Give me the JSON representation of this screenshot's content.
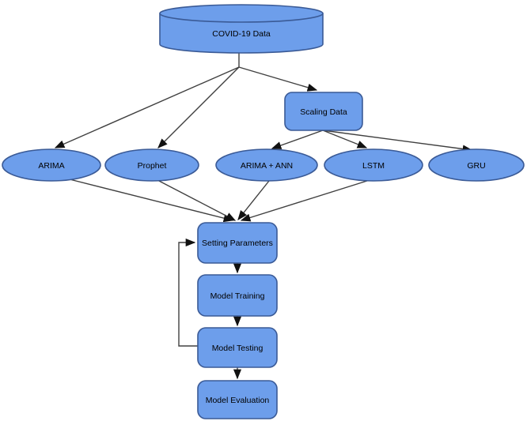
{
  "diagram": {
    "type": "flowchart",
    "background": "#ffffff",
    "colors": {
      "node_fill": "#6D9EEB",
      "node_border": "#3A5A96",
      "edge_stroke": "#404040",
      "arrowhead": "#111111",
      "text": "#000000"
    },
    "nodes": {
      "covid": {
        "label": "COVID-19 Data",
        "shape": "cylinder"
      },
      "scaling": {
        "label": "Scaling Data",
        "shape": "rounded-rect"
      },
      "arima": {
        "label": "ARIMA",
        "shape": "ellipse"
      },
      "prophet": {
        "label": "Prophet",
        "shape": "ellipse"
      },
      "arima_ann": {
        "label": "ARIMA + ANN",
        "shape": "ellipse"
      },
      "lstm": {
        "label": "LSTM",
        "shape": "ellipse"
      },
      "gru": {
        "label": "GRU",
        "shape": "ellipse"
      },
      "setting_parameters": {
        "label": "Setting Parameters",
        "shape": "rounded-rect"
      },
      "model_training": {
        "label": "Model Training",
        "shape": "rounded-rect"
      },
      "model_testing": {
        "label": "Model Testing",
        "shape": "rounded-rect"
      },
      "model_evaluation": {
        "label": "Model Evaluation",
        "shape": "rounded-rect"
      }
    },
    "edges": [
      {
        "from": "covid",
        "to": "arima"
      },
      {
        "from": "covid",
        "to": "prophet"
      },
      {
        "from": "covid",
        "to": "scaling"
      },
      {
        "from": "scaling",
        "to": "arima_ann"
      },
      {
        "from": "scaling",
        "to": "lstm"
      },
      {
        "from": "scaling",
        "to": "gru"
      },
      {
        "from": "arima",
        "to": "setting_parameters"
      },
      {
        "from": "prophet",
        "to": "setting_parameters"
      },
      {
        "from": "arima_ann",
        "to": "setting_parameters"
      },
      {
        "from": "lstm",
        "to": "setting_parameters"
      },
      {
        "from": "setting_parameters",
        "to": "model_training"
      },
      {
        "from": "model_training",
        "to": "model_testing"
      },
      {
        "from": "model_testing",
        "to": "model_evaluation"
      },
      {
        "from": "model_testing",
        "to": "setting_parameters",
        "style": "feedback-loop"
      }
    ]
  }
}
